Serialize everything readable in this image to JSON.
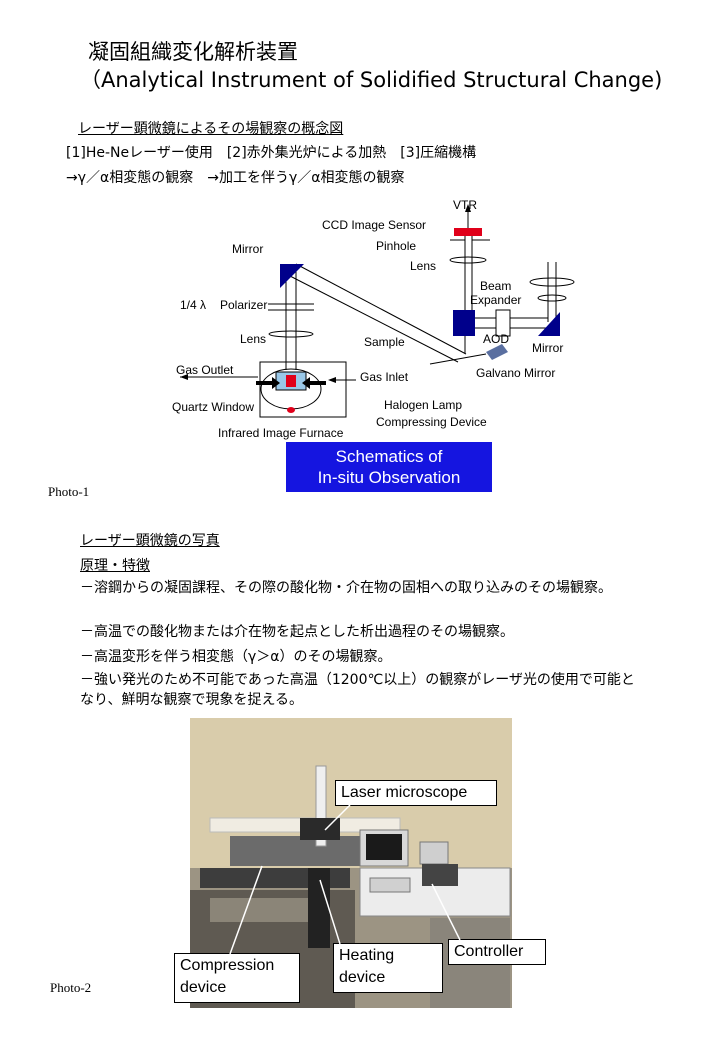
{
  "header": {
    "title_jp": "凝固組織変化解析装置",
    "title_en": "（Analytical Instrument of Solidified Structural Change)"
  },
  "section1": {
    "heading": "レーザー顕微鏡によるその場観察の概念図",
    "line1": "[1]He-Neレーザー使用　[2]赤外集光炉による加熱　[3]圧縮機構",
    "line2": "→γ／α相変態の観察　→加工を伴うγ／α相変態の観察"
  },
  "diagram": {
    "labels": {
      "vtr": "VTR",
      "ccd": "CCD Image Sensor",
      "pinhole": "Pinhole",
      "lens_right": "Lens",
      "mirror_left": "Mirror",
      "beam": "Beam",
      "expander": "Expander",
      "quarter": "1/4 λ",
      "polarizer": "Polarizer",
      "lens_left": "Lens",
      "aod": "AOD",
      "mirror_right": "Mirror",
      "sample": "Sample",
      "gas_outlet": "Gas Outlet",
      "gas_inlet": "Gas Inlet",
      "galvano": "Galvano Mirror",
      "quartz": "Quartz Window",
      "halogen": "Halogen Lamp",
      "compressing": "Compressing Device",
      "furnace": "Infrared Image Furnace"
    },
    "banner_line1": "Schematics of",
    "banner_line2": "In-situ Observation"
  },
  "photo1_label": "Photo-1",
  "section2": {
    "heading": "レーザー顕微鏡の写真",
    "subheading": "原理・特徴",
    "items": [
      "－溶鋼からの凝固課程、その際の酸化物・介在物の固相への取り込みのその場観察。",
      "－高温での酸化物または介在物を起点とした析出過程のその場観察。",
      "－高温変形を伴う相変態（γ＞α）のその場観察。",
      "－強い発光のため不可能であった高温（1200℃以上）の観察がレーザ光の使用で可能となり、鮮明な観察で現象を捉える。"
    ]
  },
  "photo2": {
    "callouts": {
      "laser": "Laser microscope",
      "controller": "Controller",
      "heating": "Heating device",
      "compression": "Compression device"
    }
  },
  "photo2_label": "Photo-2",
  "colors": {
    "banner": "#1515e0",
    "marker_red": "#e0001a",
    "navy": "#00008b"
  }
}
